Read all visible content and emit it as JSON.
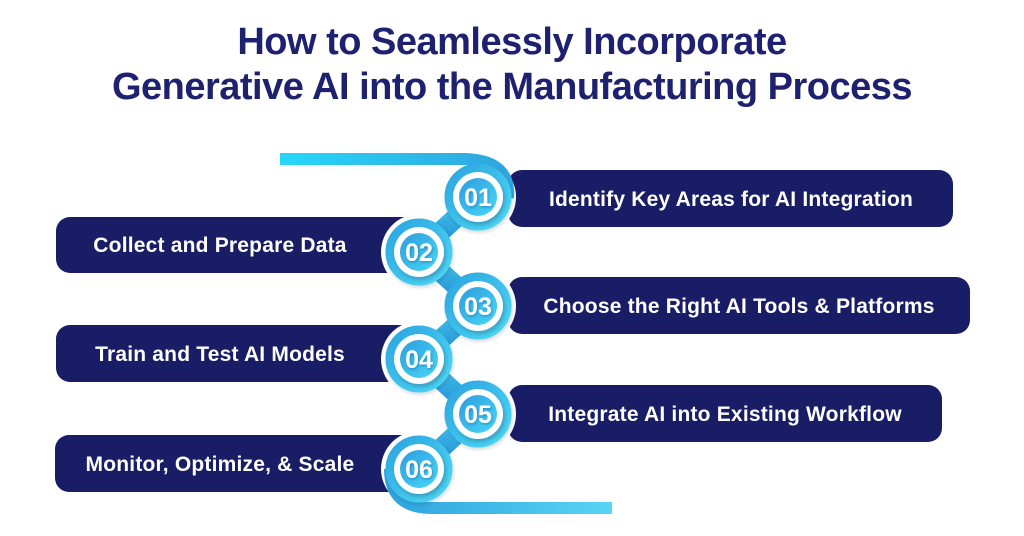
{
  "title": {
    "line1": "How to Seamlessly Incorporate",
    "line2": "Generative AI into the Manufacturing Process"
  },
  "steps": [
    {
      "number": "01",
      "label": "Identify Key Areas for AI Integration",
      "side": "right"
    },
    {
      "number": "02",
      "label": "Collect and Prepare Data",
      "side": "left"
    },
    {
      "number": "03",
      "label": "Choose the Right AI Tools & Platforms",
      "side": "right"
    },
    {
      "number": "04",
      "label": "Train and Test AI Models",
      "side": "left"
    },
    {
      "number": "05",
      "label": "Integrate AI into Existing Workflow",
      "side": "right"
    },
    {
      "number": "06",
      "label": "Monitor, Optimize, & Scale",
      "side": "left"
    }
  ],
  "colors": {
    "pill_navy": "#191d66",
    "title_navy": "#1d2170",
    "path_cyan_light": "#4edbf7",
    "path_blue": "#2ba5e0",
    "connector_blue": "#2184ce",
    "entry_cyan": "#27d7f7",
    "tail_cyan": "#58d4f5",
    "number_white": "#ffffff"
  }
}
